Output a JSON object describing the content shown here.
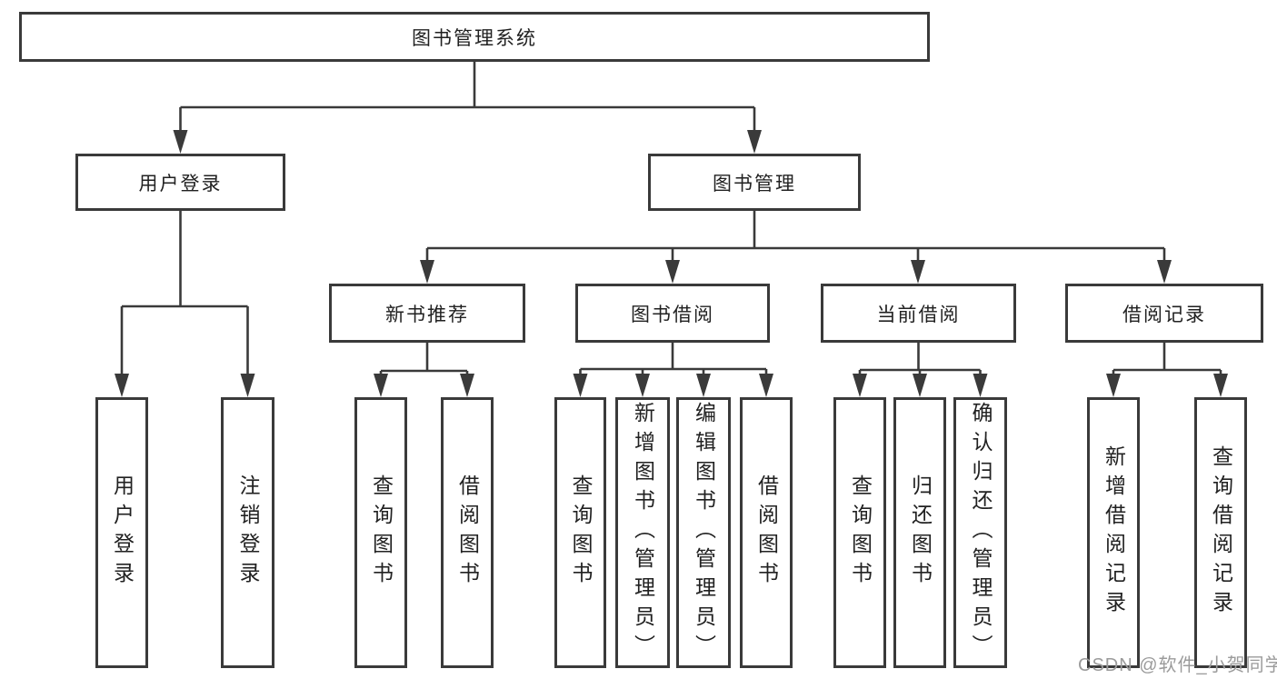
{
  "title": "图书管理系统",
  "watermark": "CSDN @软件_小贺同学",
  "colors": {
    "line": "#3a3a3a",
    "text": "#212121",
    "watermark_text": "#9b9b9b",
    "background": "#ffffff"
  },
  "nodes": {
    "root": "图书管理系统",
    "user_login": "用户登录",
    "book_mgmt": "图书管理",
    "new_book_rec": "新书推荐",
    "book_borrow": "图书借阅",
    "current_borrow": "当前借阅",
    "borrow_record": "借阅记录",
    "ul_login": "用户登录",
    "ul_logout": "注销登录",
    "nb_query": "查询图书",
    "nb_borrow": "借阅图书",
    "bb_query": "查询图书",
    "bb_add": "新增图书（管理员）",
    "bb_edit": "编辑图书（管理员）",
    "bb_borrow": "借阅图书",
    "cb_query": "查询图书",
    "cb_return": "归还图书",
    "cb_confirm": "确认归还（管理员）",
    "br_add": "新增借阅记录",
    "br_query": "查询借阅记录"
  },
  "structure": {
    "root": "图书管理系统",
    "children": [
      {
        "label": "用户登录",
        "children": [
          "用户登录",
          "注销登录"
        ]
      },
      {
        "label": "图书管理",
        "children": [
          {
            "label": "新书推荐",
            "children": [
              "查询图书",
              "借阅图书"
            ]
          },
          {
            "label": "图书借阅",
            "children": [
              "查询图书",
              "新增图书（管理员）",
              "编辑图书（管理员）",
              "借阅图书"
            ]
          },
          {
            "label": "当前借阅",
            "children": [
              "查询图书",
              "归还图书",
              "确认归还（管理员）"
            ]
          },
          {
            "label": "借阅记录",
            "children": [
              "新增借阅记录",
              "查询借阅记录"
            ]
          }
        ]
      }
    ]
  }
}
